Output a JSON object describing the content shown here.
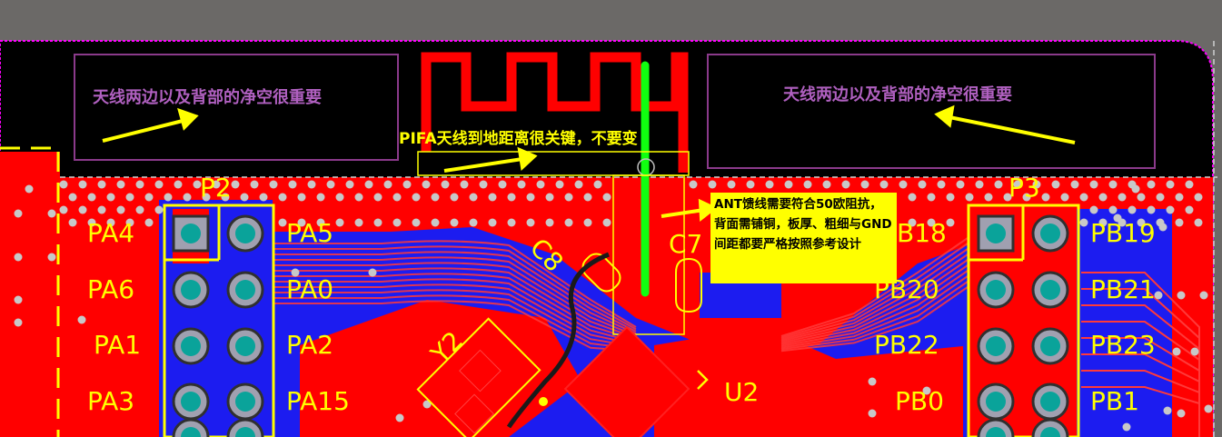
{
  "board": {
    "notes": {
      "clearance_left": "天线两边以及背部的净空很重要",
      "clearance_right": "天线两边以及背部的净空很重要",
      "pifa_note": "PIFA天线到地距离很关键，不要变",
      "ant_callout": "ANT馈线需要符合50欧阻抗，背面需铺铜，板厚、粗细与GND间距都要严格按照参考设计"
    },
    "connectors": {
      "p2": {
        "ref": "P2",
        "left_pins": [
          "PA4",
          "PA6",
          "PA1",
          "PA3"
        ],
        "right_pins": [
          "PA5",
          "PA0",
          "PA2",
          "PA15"
        ]
      },
      "p3": {
        "ref": "P3",
        "left_pins": [
          "B18",
          "PB20",
          "PB22",
          "PB0"
        ],
        "right_pins": [
          "PB19",
          "PB21",
          "PB23",
          "PB1"
        ]
      }
    },
    "components": {
      "y2": "Y2",
      "u2": "U2",
      "c7": "C7",
      "c8": "C8"
    },
    "colors": {
      "outside": "#6b6967",
      "board_black": "#000000",
      "top_copper": "#ff0000",
      "bottom_copper": "#1c1cf0",
      "silkscreen": "#ffff00",
      "pad_teal": "#0aa39a",
      "via_gray": "#c8c8c8",
      "feed_green": "#10ff10",
      "outline_magenta": "#ff00ff",
      "keepout": "#8b3a8b"
    }
  }
}
